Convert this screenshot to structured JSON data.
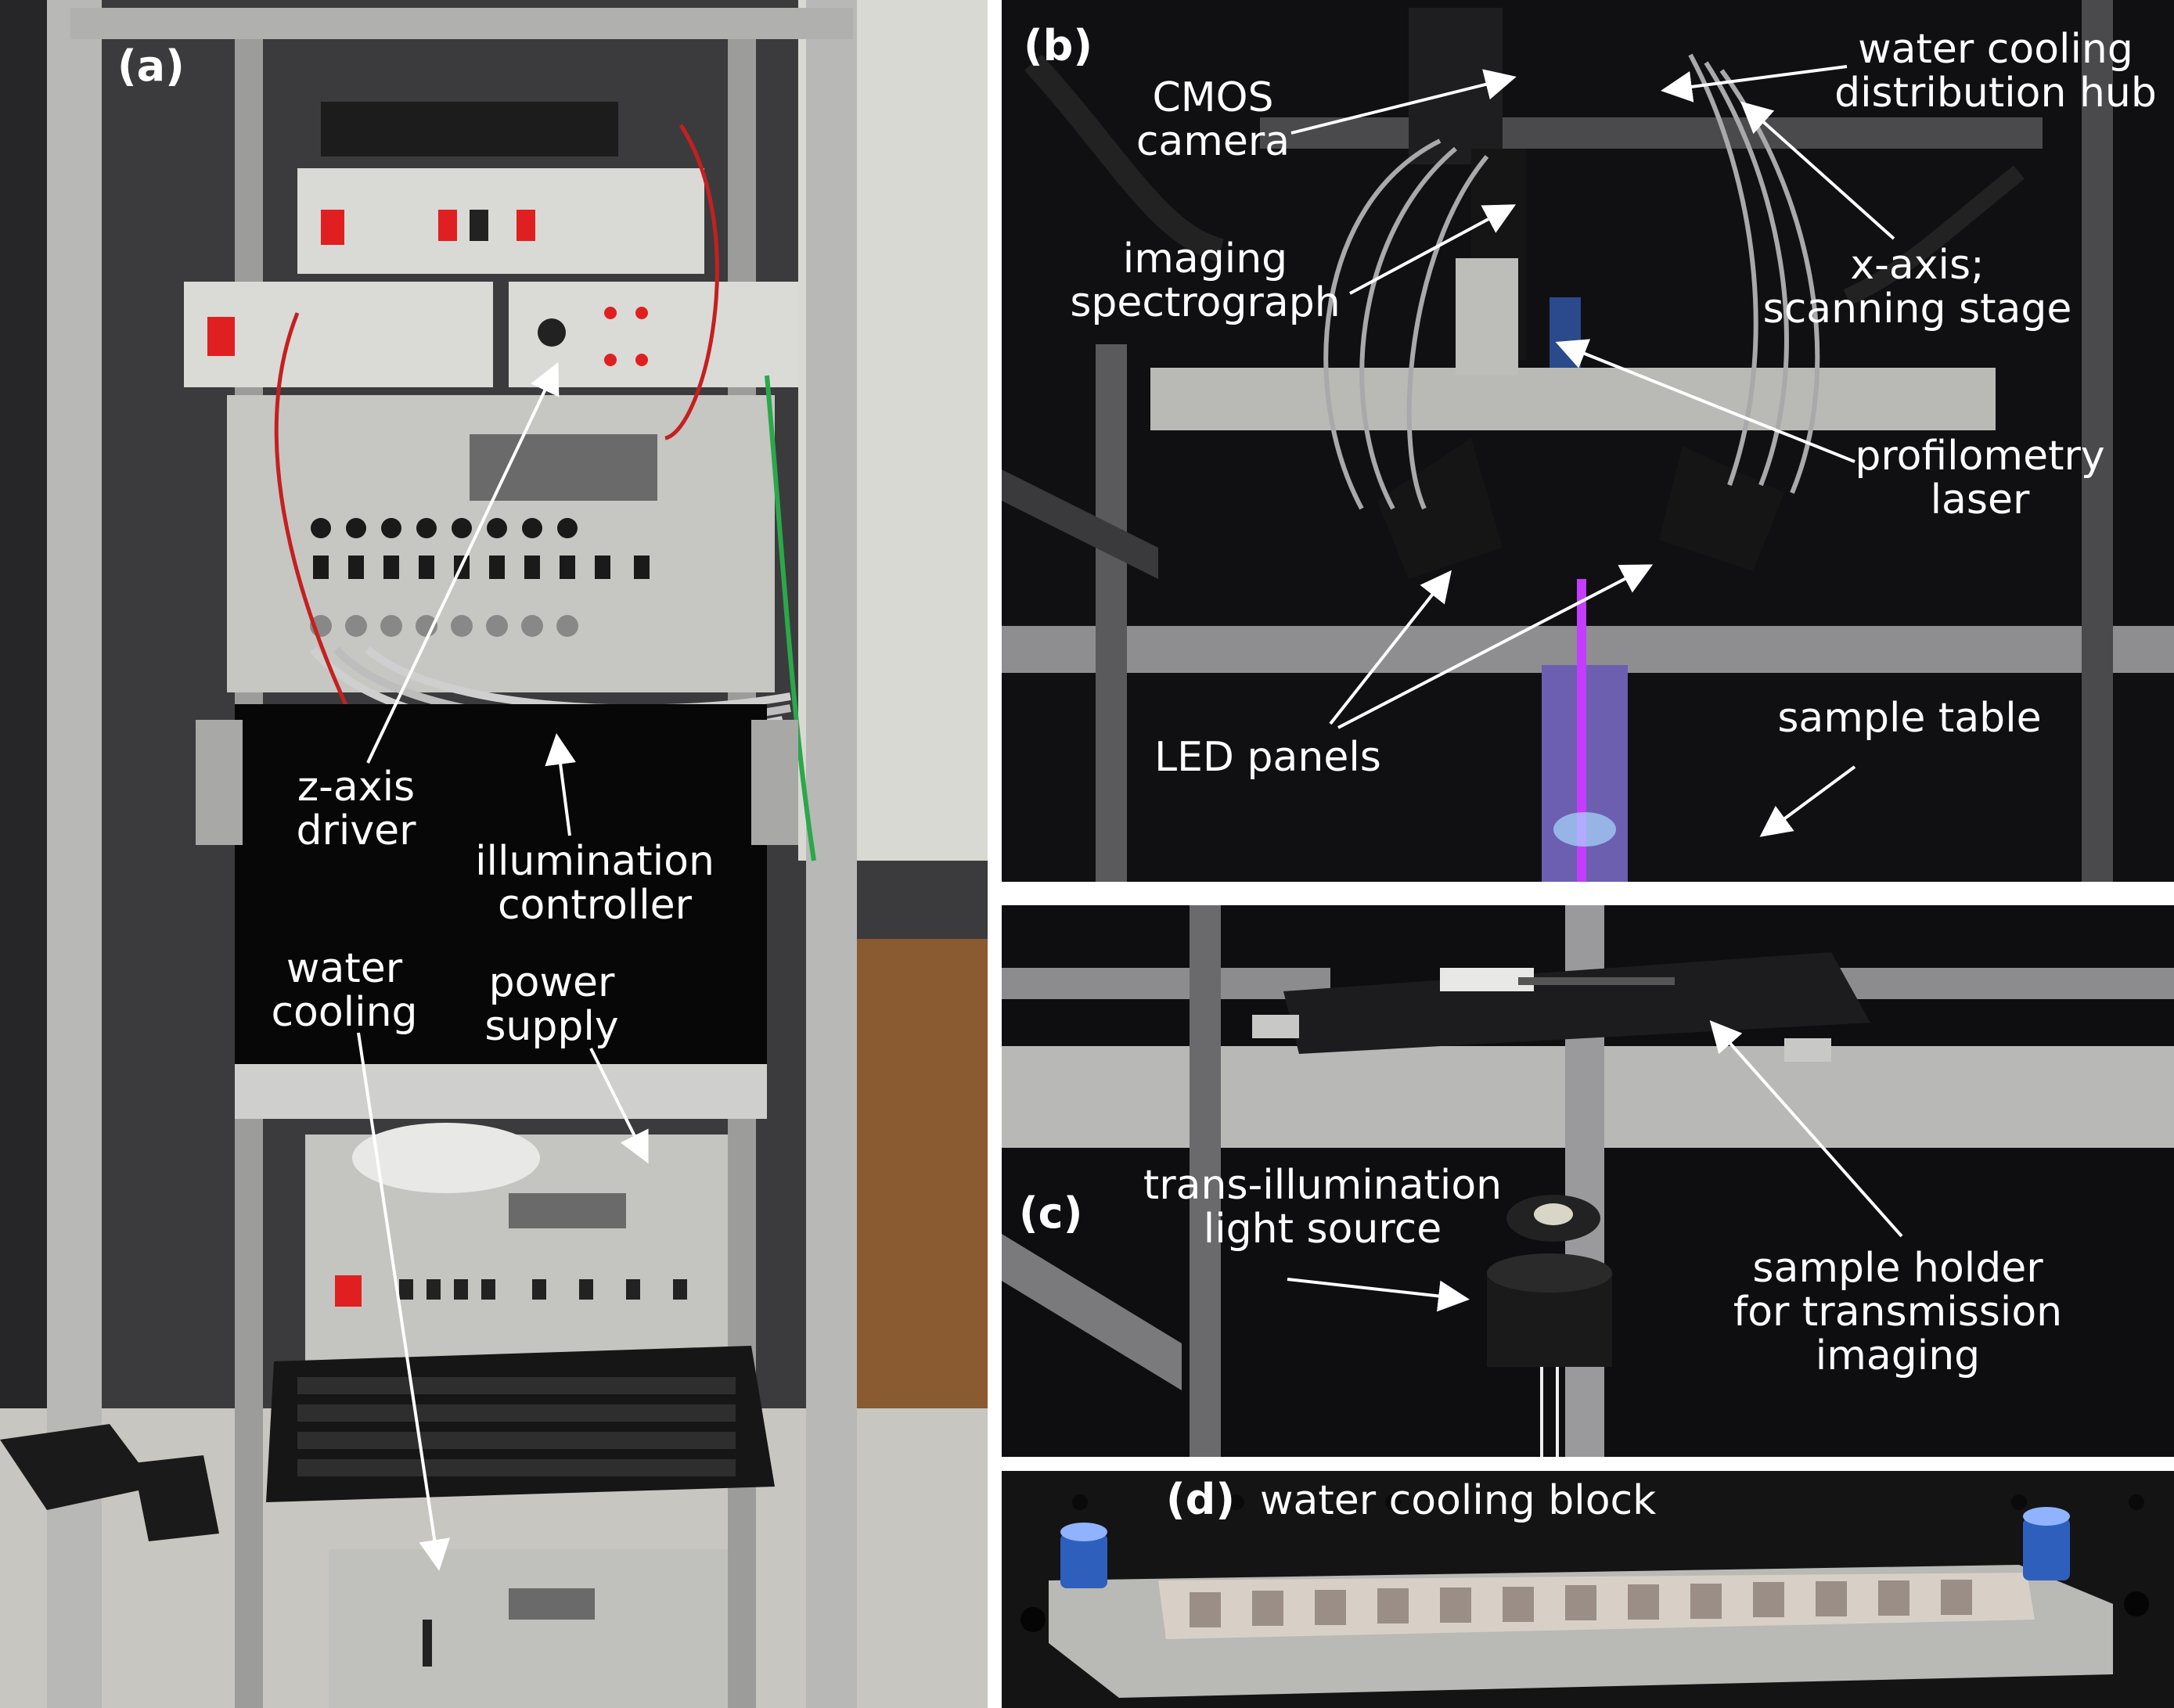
{
  "panels": {
    "a": {
      "tag": "(a)",
      "labels": {
        "z_axis_driver": [
          "z-axis",
          "driver"
        ],
        "illumination_controller": [
          "illumination",
          "controller"
        ],
        "water_cooling": [
          "water",
          "cooling"
        ],
        "power_supply": [
          "power",
          "supply"
        ]
      }
    },
    "b": {
      "tag": "(b)",
      "labels": {
        "cmos_camera": [
          "CMOS",
          "camera"
        ],
        "water_cooling_hub": [
          "water cooling",
          "distribution hub"
        ],
        "imaging_spectrograph": [
          "imaging",
          "spectrograph"
        ],
        "x_axis_stage": [
          "x-axis;",
          "scanning stage"
        ],
        "profilometry_laser": [
          "profilometry",
          "laser"
        ],
        "led_panels": [
          "LED panels"
        ],
        "sample_table": [
          "sample table"
        ]
      }
    },
    "c": {
      "tag": "(c)",
      "labels": {
        "trans_illumination": [
          "trans-illumination",
          "light source"
        ],
        "sample_holder": [
          "sample holder",
          "for transmission",
          "imaging"
        ]
      }
    },
    "d": {
      "tag": "(d)",
      "labels": {
        "water_cooling_block": "water cooling block"
      }
    }
  },
  "colors": {
    "label_text": "#ffffff",
    "arrow": "#ffffff",
    "laser": "#c33cff",
    "background": "#0c0c0d"
  }
}
